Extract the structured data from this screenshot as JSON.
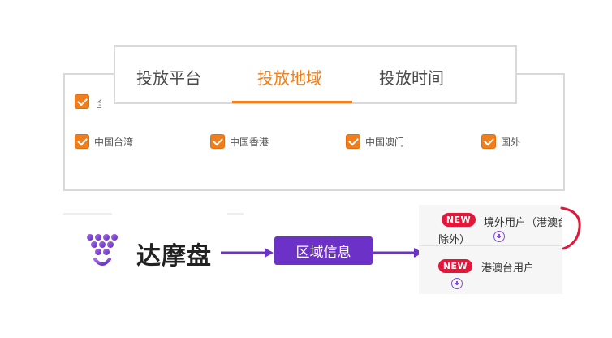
{
  "tabs": [
    {
      "label": "投放平台",
      "active": false
    },
    {
      "label": "投放地域",
      "active": true
    },
    {
      "label": "投放时间",
      "active": false
    }
  ],
  "panel": {
    "partial_label": "全",
    "regions": [
      {
        "label": "中国台湾",
        "checked": true
      },
      {
        "label": "中国香港",
        "checked": true
      },
      {
        "label": "中国澳门",
        "checked": true
      },
      {
        "label": "国外",
        "checked": true
      }
    ]
  },
  "flow": {
    "brand_name": "达摩盘",
    "region_info_button": "区域信息"
  },
  "audience": {
    "items": [
      {
        "badge": "NEW",
        "label_line1": "境外用户（港澳台",
        "label_line2": "除外）"
      },
      {
        "badge": "NEW",
        "label_line1": "港澳台用户"
      }
    ]
  },
  "colors": {
    "accent_orange": "#f07e1b",
    "brand_purple": "#6c32c8",
    "badge_red": "#e4163a"
  }
}
